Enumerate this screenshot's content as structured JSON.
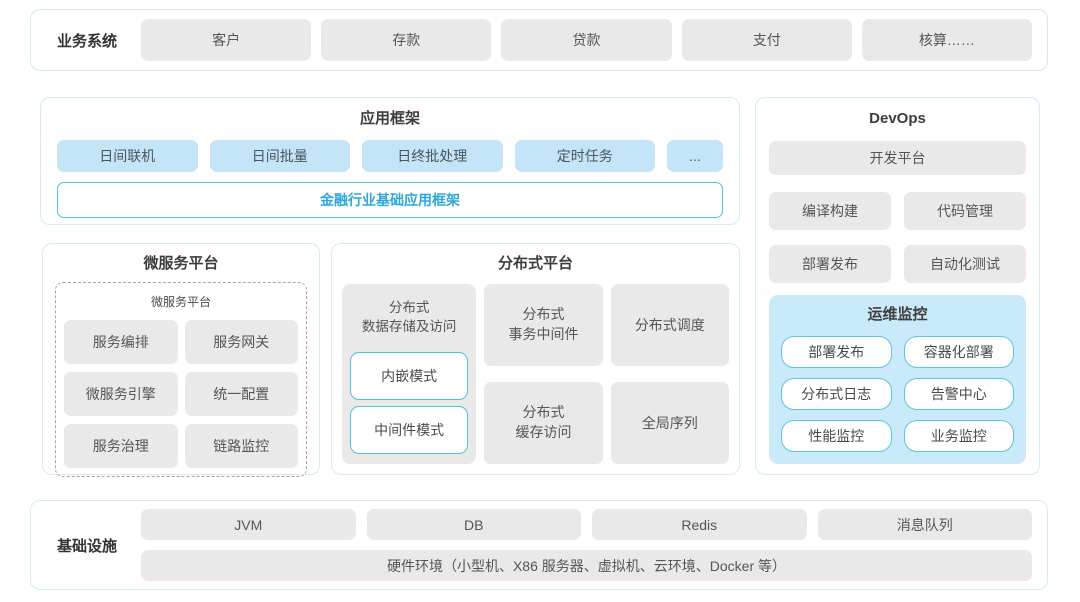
{
  "colors": {
    "panel_border": "#d2edf6",
    "gray_box": "#e9e9e9",
    "blue_box": "#c3e5f7",
    "monitor_bg": "#c9eaf8",
    "cyan_border": "#54bfdf",
    "accent_text": "#2ea8db"
  },
  "business": {
    "label": "业务系统",
    "items": [
      "客户",
      "存款",
      "贷款",
      "支付",
      "核算……"
    ]
  },
  "app_framework": {
    "title": "应用框架",
    "modules": [
      "日间联机",
      "日间批量",
      "日终批处理",
      "定时任务"
    ],
    "more": "...",
    "base_framework": "金融行业基础应用框架"
  },
  "devops": {
    "title": "DevOps",
    "dev_platform": "开发平台",
    "tools": [
      "编译构建",
      "代码管理",
      "部署发布",
      "自动化测试"
    ],
    "monitoring": {
      "title": "运维监控",
      "items": [
        "部署发布",
        "容器化部署",
        "分布式日志",
        "告警中心",
        "性能监控",
        "业务监控"
      ]
    }
  },
  "microservice": {
    "title": "微服务平台",
    "inner_title": "微服务平台",
    "items": [
      "服务编排",
      "服务网关",
      "微服务引擎",
      "统一配置",
      "服务治理",
      "链路监控"
    ]
  },
  "distributed": {
    "title": "分布式平台",
    "storage": {
      "label": "分布式\n数据存储及访问",
      "modes": [
        "内嵌模式",
        "中间件模式"
      ]
    },
    "middle": [
      "分布式\n事务中间件",
      "分布式\n缓存访问"
    ],
    "right": [
      "分布式调度",
      "全局序列"
    ]
  },
  "infrastructure": {
    "label": "基础设施",
    "items": [
      "JVM",
      "DB",
      "Redis",
      "消息队列"
    ],
    "hardware": "硬件环境（小型机、X86 服务器、虚拟机、云环境、Docker 等）"
  }
}
